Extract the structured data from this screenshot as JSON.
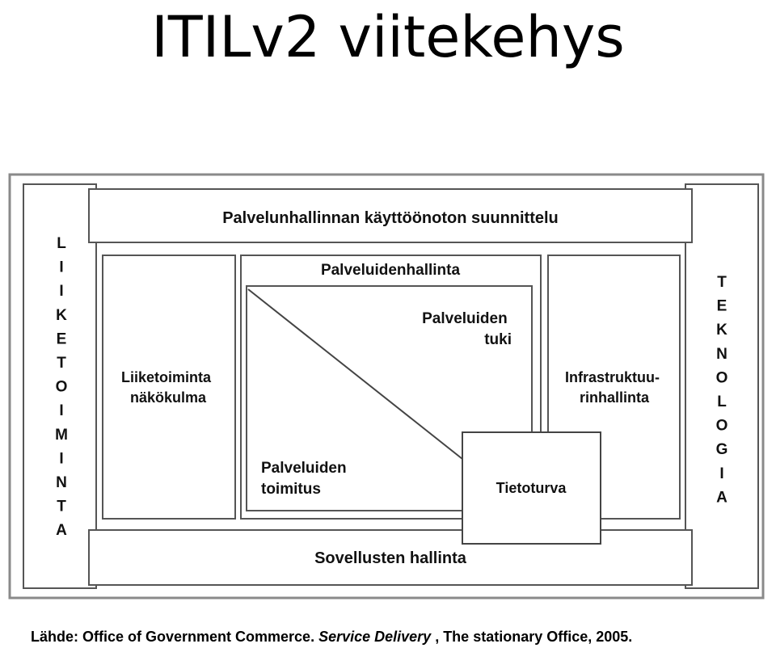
{
  "slide": {
    "title": "ITILv2 viitekehys"
  },
  "diagram": {
    "top_bar_label": "Palvelunhallinnan käyttöönoton suunnittelu",
    "business_perspective": [
      "Liiketoiminta",
      "näkökulma"
    ],
    "service_management_title": "Palveluidenhallinta",
    "service_support": [
      "Palveluiden",
      "tuki"
    ],
    "service_delivery": [
      "Palveluiden",
      "toimitus"
    ],
    "security_label": "Tietoturva",
    "infrastructure_management": [
      "Infrastruktuu-",
      "rinhallinta"
    ],
    "application_management": "Sovellusten hallinta",
    "left_vertical_letters": [
      "L",
      "I",
      "I",
      "K",
      "E",
      "T",
      "O",
      "I",
      "M",
      "I",
      "N",
      "T",
      "A"
    ],
    "right_vertical_letters": [
      "T",
      "E",
      "K",
      "N",
      "O",
      "L",
      "O",
      "G",
      "I",
      "A"
    ]
  },
  "source": {
    "prefix": "Lähde: Office of Government Commerce. ",
    "italic_title": "Service Delivery",
    "suffix": " , The stationary Office, 2005."
  }
}
